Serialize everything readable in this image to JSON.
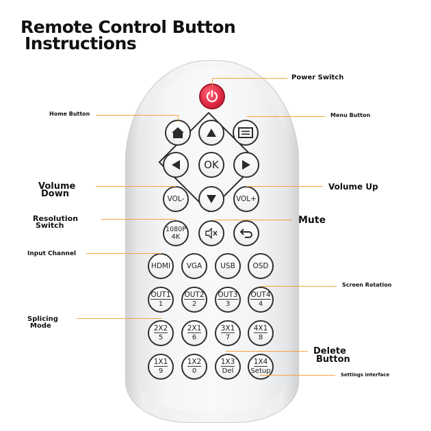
{
  "title": {
    "line1": "Remote Control Button",
    "line2": "Instructions"
  },
  "labels": {
    "power": "Power Switch",
    "home": "Home Button",
    "menu": "Menu Button",
    "volume_down": [
      "Volume",
      "Down"
    ],
    "volume_up": "Volume Up",
    "resolution": [
      "Resolution",
      "Switch"
    ],
    "mute": "Mute",
    "input": "Input Channel",
    "rotation": "Screen Rotation",
    "splicing": [
      "Splicing",
      "Mode"
    ],
    "delete": [
      "Delete",
      "Button"
    ],
    "settings": "Settings Interface"
  },
  "buttons": {
    "ok": "OK",
    "vol_minus": "VOL-",
    "vol_plus": "VOL+",
    "res": [
      "1080P",
      "4K"
    ],
    "hdmi": "HDMI",
    "vga": "VGA",
    "usb": "USB",
    "osd": "OSD",
    "out1": [
      "OUT1",
      "1"
    ],
    "out2": [
      "OUT2",
      "2"
    ],
    "out3": [
      "OUT3",
      "3"
    ],
    "out4": [
      "OUT4",
      "4"
    ],
    "s2x2": [
      "2X2",
      "5"
    ],
    "s2x1": [
      "2X1",
      "6"
    ],
    "s3x1": [
      "3X1",
      "7"
    ],
    "s4x1": [
      "4X1",
      "8"
    ],
    "s1x1": [
      "1X1",
      "9"
    ],
    "s1x2": [
      "1X2",
      "0"
    ],
    "s1x3": [
      "1X3",
      "Del"
    ],
    "s1x4": [
      "1X4",
      "Setup"
    ]
  },
  "colors": {
    "power": "#e12a44",
    "leader": "#f5a23c",
    "remote": "#f4f5f6"
  }
}
